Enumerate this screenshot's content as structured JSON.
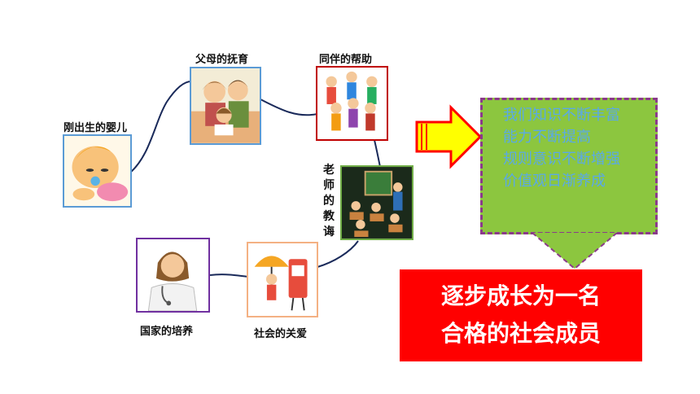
{
  "nodes": {
    "newborn": "刚出生的婴儿",
    "parents": "父母的抚育",
    "peers": "同伴的帮助",
    "teacher": [
      "老",
      "师",
      "的",
      "教",
      "诲"
    ],
    "society": "社会的关爱",
    "nation": "国家的培养"
  },
  "growth_points": [
    "我们知识不断丰富",
    "能力不断提高",
    "规则意识不断增强",
    "价值观日渐养成"
  ],
  "conclusion": [
    "逐步成长为一名",
    "合格的社会成员"
  ],
  "colors": {
    "green_panel": "#8cc63f",
    "panel_text": "#5aa9e6",
    "conclusion_bg": "#ff0000",
    "arrow_fill": "#ffff00",
    "arrow_stroke": "#ff0000",
    "connector": "#1a2a5a"
  }
}
